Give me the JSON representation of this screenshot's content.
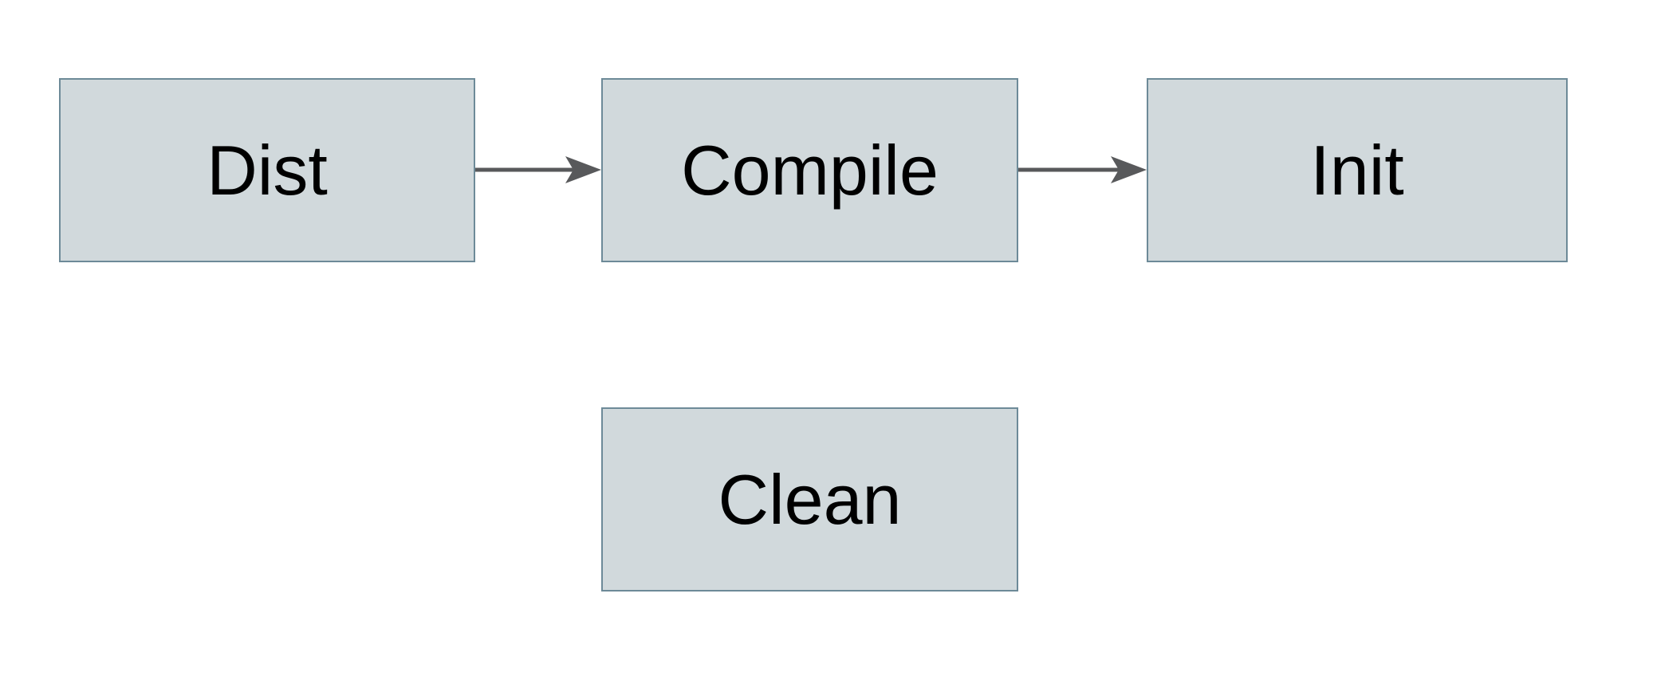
{
  "diagram": {
    "type": "flowchart",
    "nodes": [
      {
        "id": "dist",
        "label": "Dist"
      },
      {
        "id": "compile",
        "label": "Compile"
      },
      {
        "id": "init",
        "label": "Init"
      },
      {
        "id": "clean",
        "label": "Clean"
      }
    ],
    "edges": [
      {
        "from": "dist",
        "to": "compile",
        "style": "solid-arrow"
      },
      {
        "from": "compile",
        "to": "init",
        "style": "solid-arrow"
      }
    ],
    "colors": {
      "background": "#ffffff",
      "node_fill": "#d1d9dc",
      "node_border": "#6d8a98",
      "arrow": "#58595b",
      "text": "#000000"
    }
  }
}
